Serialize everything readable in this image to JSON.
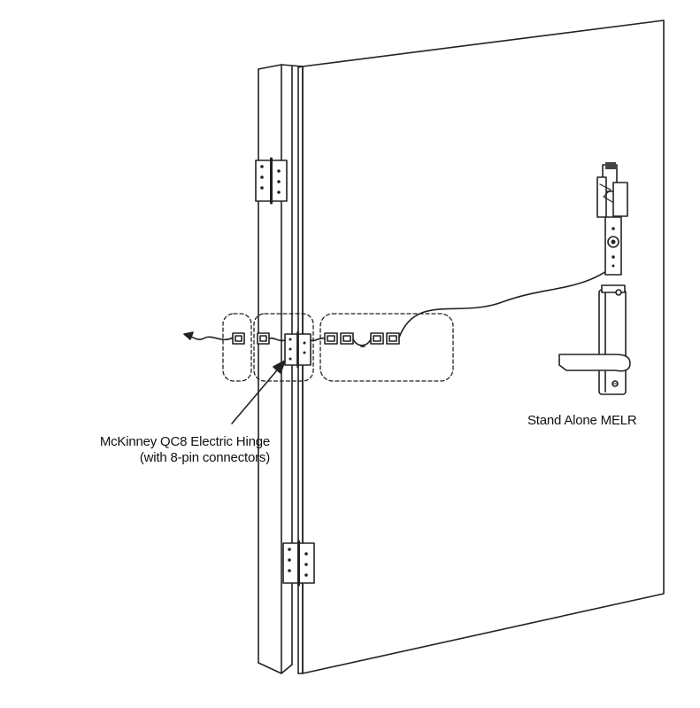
{
  "labels": {
    "hinge_line1": "McKinney QC8 Electric Hinge",
    "hinge_line2": "(with 8-pin connectors)",
    "lock": "Stand Alone MELR"
  }
}
